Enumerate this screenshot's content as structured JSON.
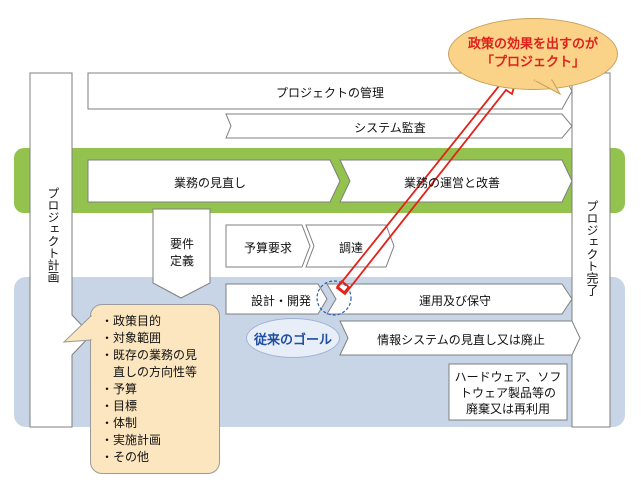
{
  "top_callout": {
    "line1": "政策の効果を出すのが",
    "line2": "「プロジェクト」"
  },
  "project_plan": "プロジェクト計画",
  "project_complete": "プロジェクト完了",
  "project_management": "プロジェクトの管理",
  "system_audit": "システム監査",
  "business_review": "業務の見直し",
  "business_operation": "業務の運営と改善",
  "requirements": "要件定義",
  "budget_request": "予算要求",
  "procurement": "調達",
  "design_development": "設計・開発",
  "operation_maintenance": "運用及び保守",
  "goal_label": "従来のゴール",
  "system_review": "情報システムの見直し又は廃止",
  "disposal": {
    "line1": "ハードウェア、ソフ",
    "line2": "トウェア製品等の",
    "line3": "廃棄又は再利用"
  },
  "plan_items": [
    "・政策目的",
    "・対象範囲",
    "・既存の業務の見",
    "　直しの方向性等",
    "・予算",
    "・目標",
    "・体制",
    "・実施計画",
    "・その他"
  ],
  "colors": {
    "green_band": "#7db53a",
    "blue_band": "#c7d5e6",
    "callout_fill": "#fce6c0",
    "top_callout_fill": "#fbd388",
    "top_callout_text": "#e0201b",
    "goal_text": "#1f4ea1",
    "red_arrow": "#e2231a"
  }
}
